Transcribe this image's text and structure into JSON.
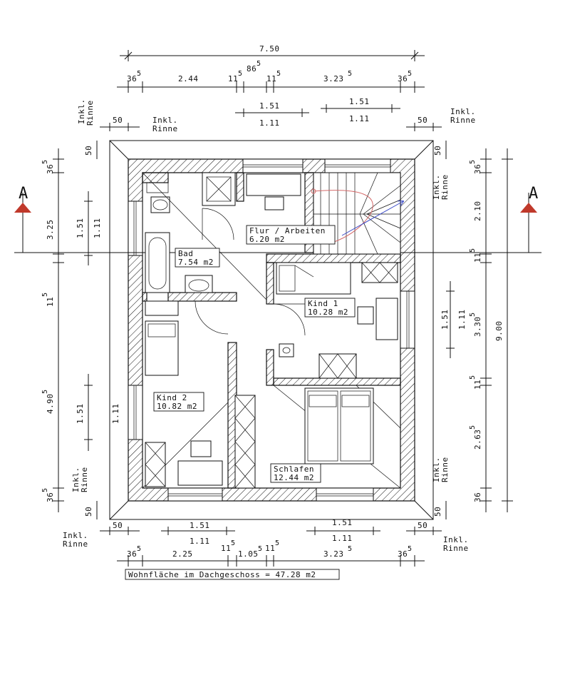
{
  "dims_top": {
    "total": "7.50",
    "segments": [
      "36",
      "2.44",
      "11",
      "86",
      "11",
      "3.23",
      "36"
    ],
    "superscripts": [
      "5",
      "5",
      "5",
      "5",
      "5",
      "5"
    ],
    "openings_top": [
      "1.51",
      "1.11",
      "1.51",
      "1.11"
    ],
    "eaves_50": "50"
  },
  "dims_bottom": {
    "segments": [
      "36",
      "2.25",
      "11",
      "1.05",
      "11",
      "3.23",
      "36"
    ],
    "superscripts": [
      "5",
      "5",
      "5",
      "5",
      "5",
      "5"
    ],
    "openings": [
      "1.51",
      "1.11",
      "1.51",
      "1.11"
    ],
    "eaves_50": "50"
  },
  "dims_left": {
    "values": [
      "36",
      "3.25",
      "11",
      "4.90",
      "36"
    ],
    "superscripts": [
      "5",
      "5",
      "5",
      "5"
    ],
    "openings": [
      "1.51",
      "1.11",
      "1.51",
      "1.11"
    ],
    "eaves_50": "50"
  },
  "dims_right": {
    "values": [
      "36",
      "2.10",
      "11",
      "3.30",
      "11",
      "2.63",
      "36"
    ],
    "superscripts": [
      "5",
      "5",
      "5",
      "5",
      "5"
    ],
    "total": "9.00",
    "openings": [
      "1.51",
      "1.11"
    ],
    "eaves_50": "50"
  },
  "labels": {
    "inkl": "Inkl.",
    "rinne": "Rinne",
    "section_mark": "A"
  },
  "rooms": [
    {
      "name": "Bad",
      "area": "7.54 m2"
    },
    {
      "name": "Flur / Arbeiten",
      "area": "6.20 m2"
    },
    {
      "name": "Kind 1",
      "area": "10.28 m2"
    },
    {
      "name": "Kind 2",
      "area": "10.82 m2"
    },
    {
      "name": "Schlafen",
      "area": "12.44 m2"
    }
  ],
  "summary": "Wohnfläche im Dachgeschoss = 47.28 m2",
  "colors": {
    "section_arrow": "#c0392b",
    "stair_arrow": "#3b4bc8",
    "stair_mark": "#d46a6a"
  }
}
